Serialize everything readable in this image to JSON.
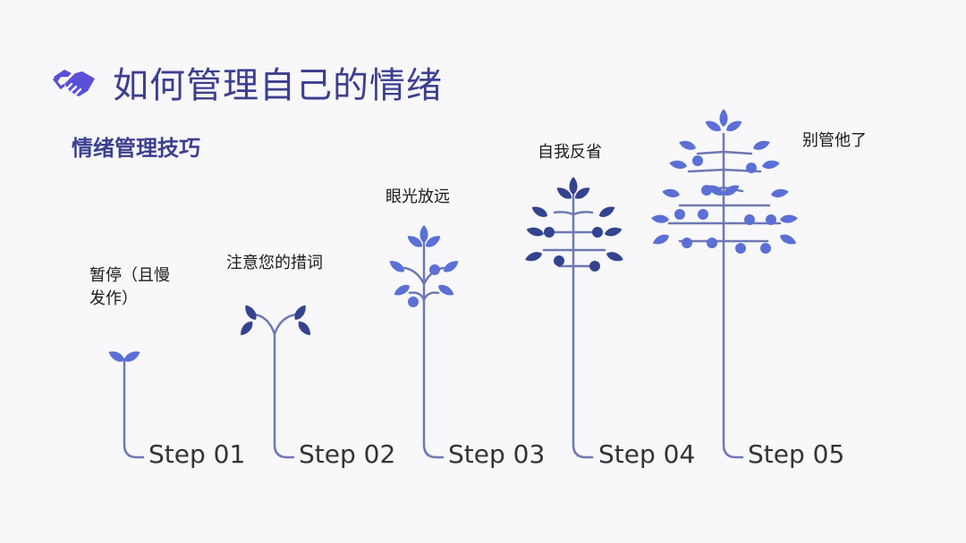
{
  "header": {
    "title": "如何管理自己的情绪",
    "logo_icon": "handshake-icon"
  },
  "subtitle": "情绪管理技巧",
  "steps": [
    {
      "label": "暂停（且慢发作）",
      "name": "Step 01"
    },
    {
      "label": "注意您的措词",
      "name": "Step 02"
    },
    {
      "label": "眼光放远",
      "name": "Step 03"
    },
    {
      "label": "自我反省",
      "name": "Step 04"
    },
    {
      "label": "别管他了",
      "name": "Step 05"
    }
  ],
  "colors": {
    "accent": "#3b3f8f",
    "leaf_light": "#5b6fd6",
    "leaf_dark": "#34438f",
    "stem": "#6d78b3"
  }
}
